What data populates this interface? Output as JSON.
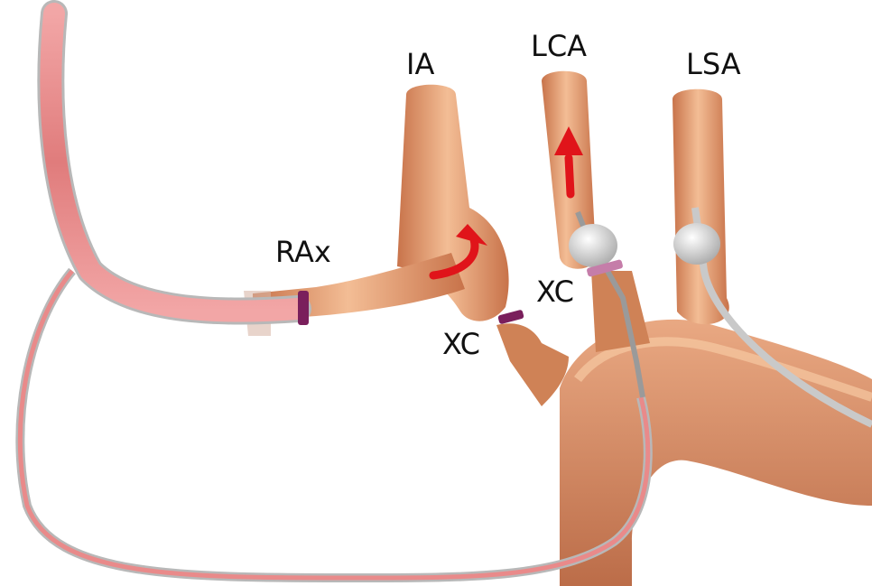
{
  "labels": {
    "ia": "IA",
    "lca": "LCA",
    "lsa": "LSA",
    "rax": "RAx",
    "xc_left": "XC",
    "xc_right": "XC"
  },
  "colors": {
    "background": "#ffffff",
    "vessel_wall": "#d98a5e",
    "vessel_lumen": "#f6c9a3",
    "graft": "#e98a8a",
    "graft_outline": "#b8b8b8",
    "clamp": "#7a1f5c",
    "arrow": "#e0141a",
    "balloon": "#d9d9d9",
    "label_text": "#111111"
  }
}
